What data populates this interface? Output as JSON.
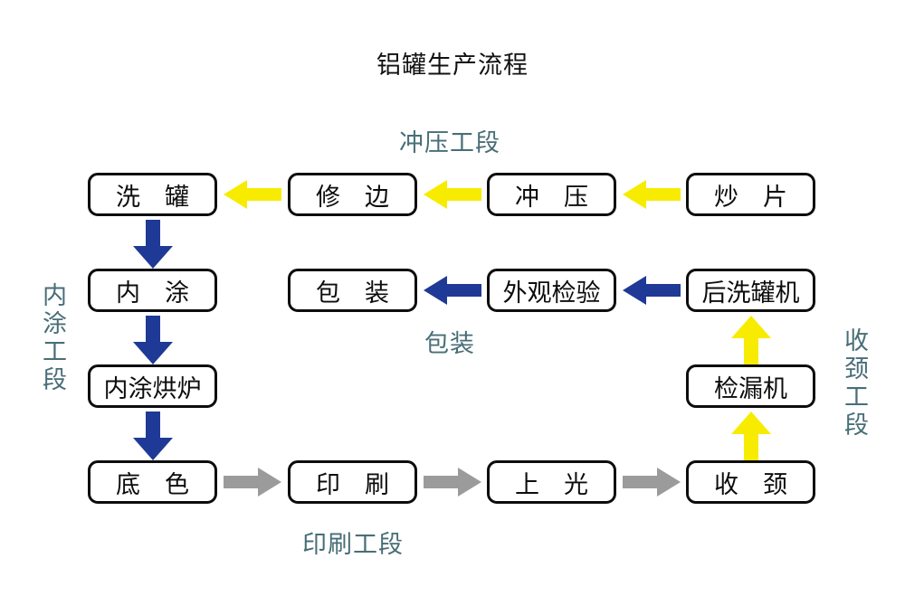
{
  "title": "铝罐生产流程",
  "colors": {
    "yellow": "#F7EC00",
    "navy": "#1E3A96",
    "gray": "#9B9B9B",
    "teal": "#486E77",
    "box_border": "#0D0D0D",
    "text": "#111111",
    "background": "#FFFFFF"
  },
  "section_labels": {
    "stamping": "冲压工段",
    "inner_coating": "内涂工段",
    "packaging": "包装",
    "printing": "印刷工段",
    "necking": "收颈工段"
  },
  "nodes": {
    "wash_can": "洗　罐",
    "trim": "修　边",
    "stamp": "冲　压",
    "sheet": "炒　片",
    "inner_coat": "内　涂",
    "pack": "包　装",
    "visual_inspect": "外观检验",
    "post_washer": "后洗罐机",
    "inner_coat_oven": "内涂烘炉",
    "leak_tester": "检漏机",
    "base_color": "底　色",
    "print": "印　刷",
    "varnish": "上　光",
    "neck": "收　颈"
  }
}
